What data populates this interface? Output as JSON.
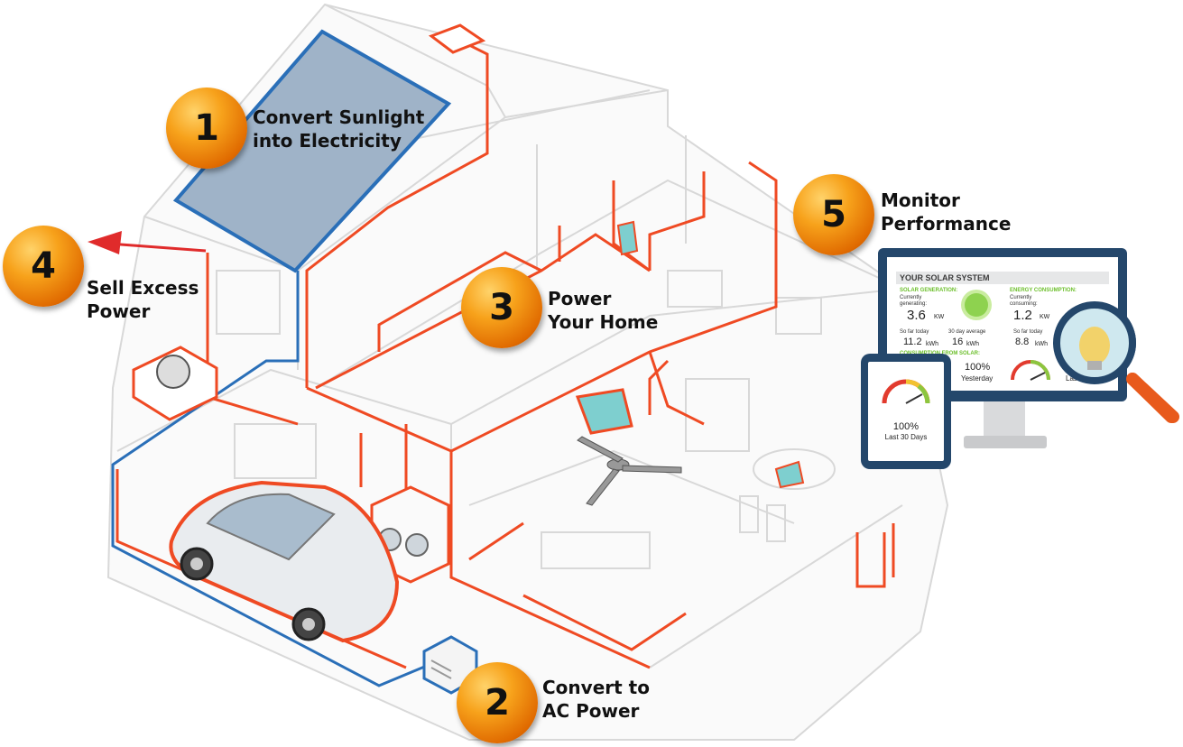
{
  "steps": [
    {
      "num": "1",
      "label": "Convert Sunlight\ninto Electricity"
    },
    {
      "num": "2",
      "label": "Convert to\nAC Power"
    },
    {
      "num": "3",
      "label": "Power\nYour Home"
    },
    {
      "num": "4",
      "label": "Sell Excess\nPower"
    },
    {
      "num": "5",
      "label": "Monitor\nPerformance"
    }
  ],
  "monitor": {
    "title": "YOUR SOLAR SYSTEM",
    "solar_generation": "SOLAR GENERATION:",
    "energy_consumption": "ENERGY CONSUMPTION:",
    "currently_generating": "Currently generating:",
    "gen_value": "3.6",
    "gen_unit": "KW",
    "currently_consuming": "Currently consuming:",
    "cons_value": "1.2",
    "cons_unit": "KW",
    "so_far_today": "So far today",
    "today_gen": "11.2",
    "kwh": "kWh",
    "avg_30": "30 day average",
    "avg_value": "16",
    "so_far_today_2": "So far today",
    "today_cons": "8.8",
    "consumption_from_solar": "CONSUMPTION FROM SOLAR:",
    "yesterday_pct": "100%",
    "yesterday": "Yesterday",
    "last_label": "Last 3"
  },
  "tablet": {
    "pct": "100%",
    "label": "Last 30 Days"
  },
  "colors": {
    "wire": "#ef4a23",
    "solar_wire": "#2a6fb8",
    "panel": "#9fb3c8",
    "device_frame": "#24476b",
    "arrow": "#e02b2b"
  }
}
